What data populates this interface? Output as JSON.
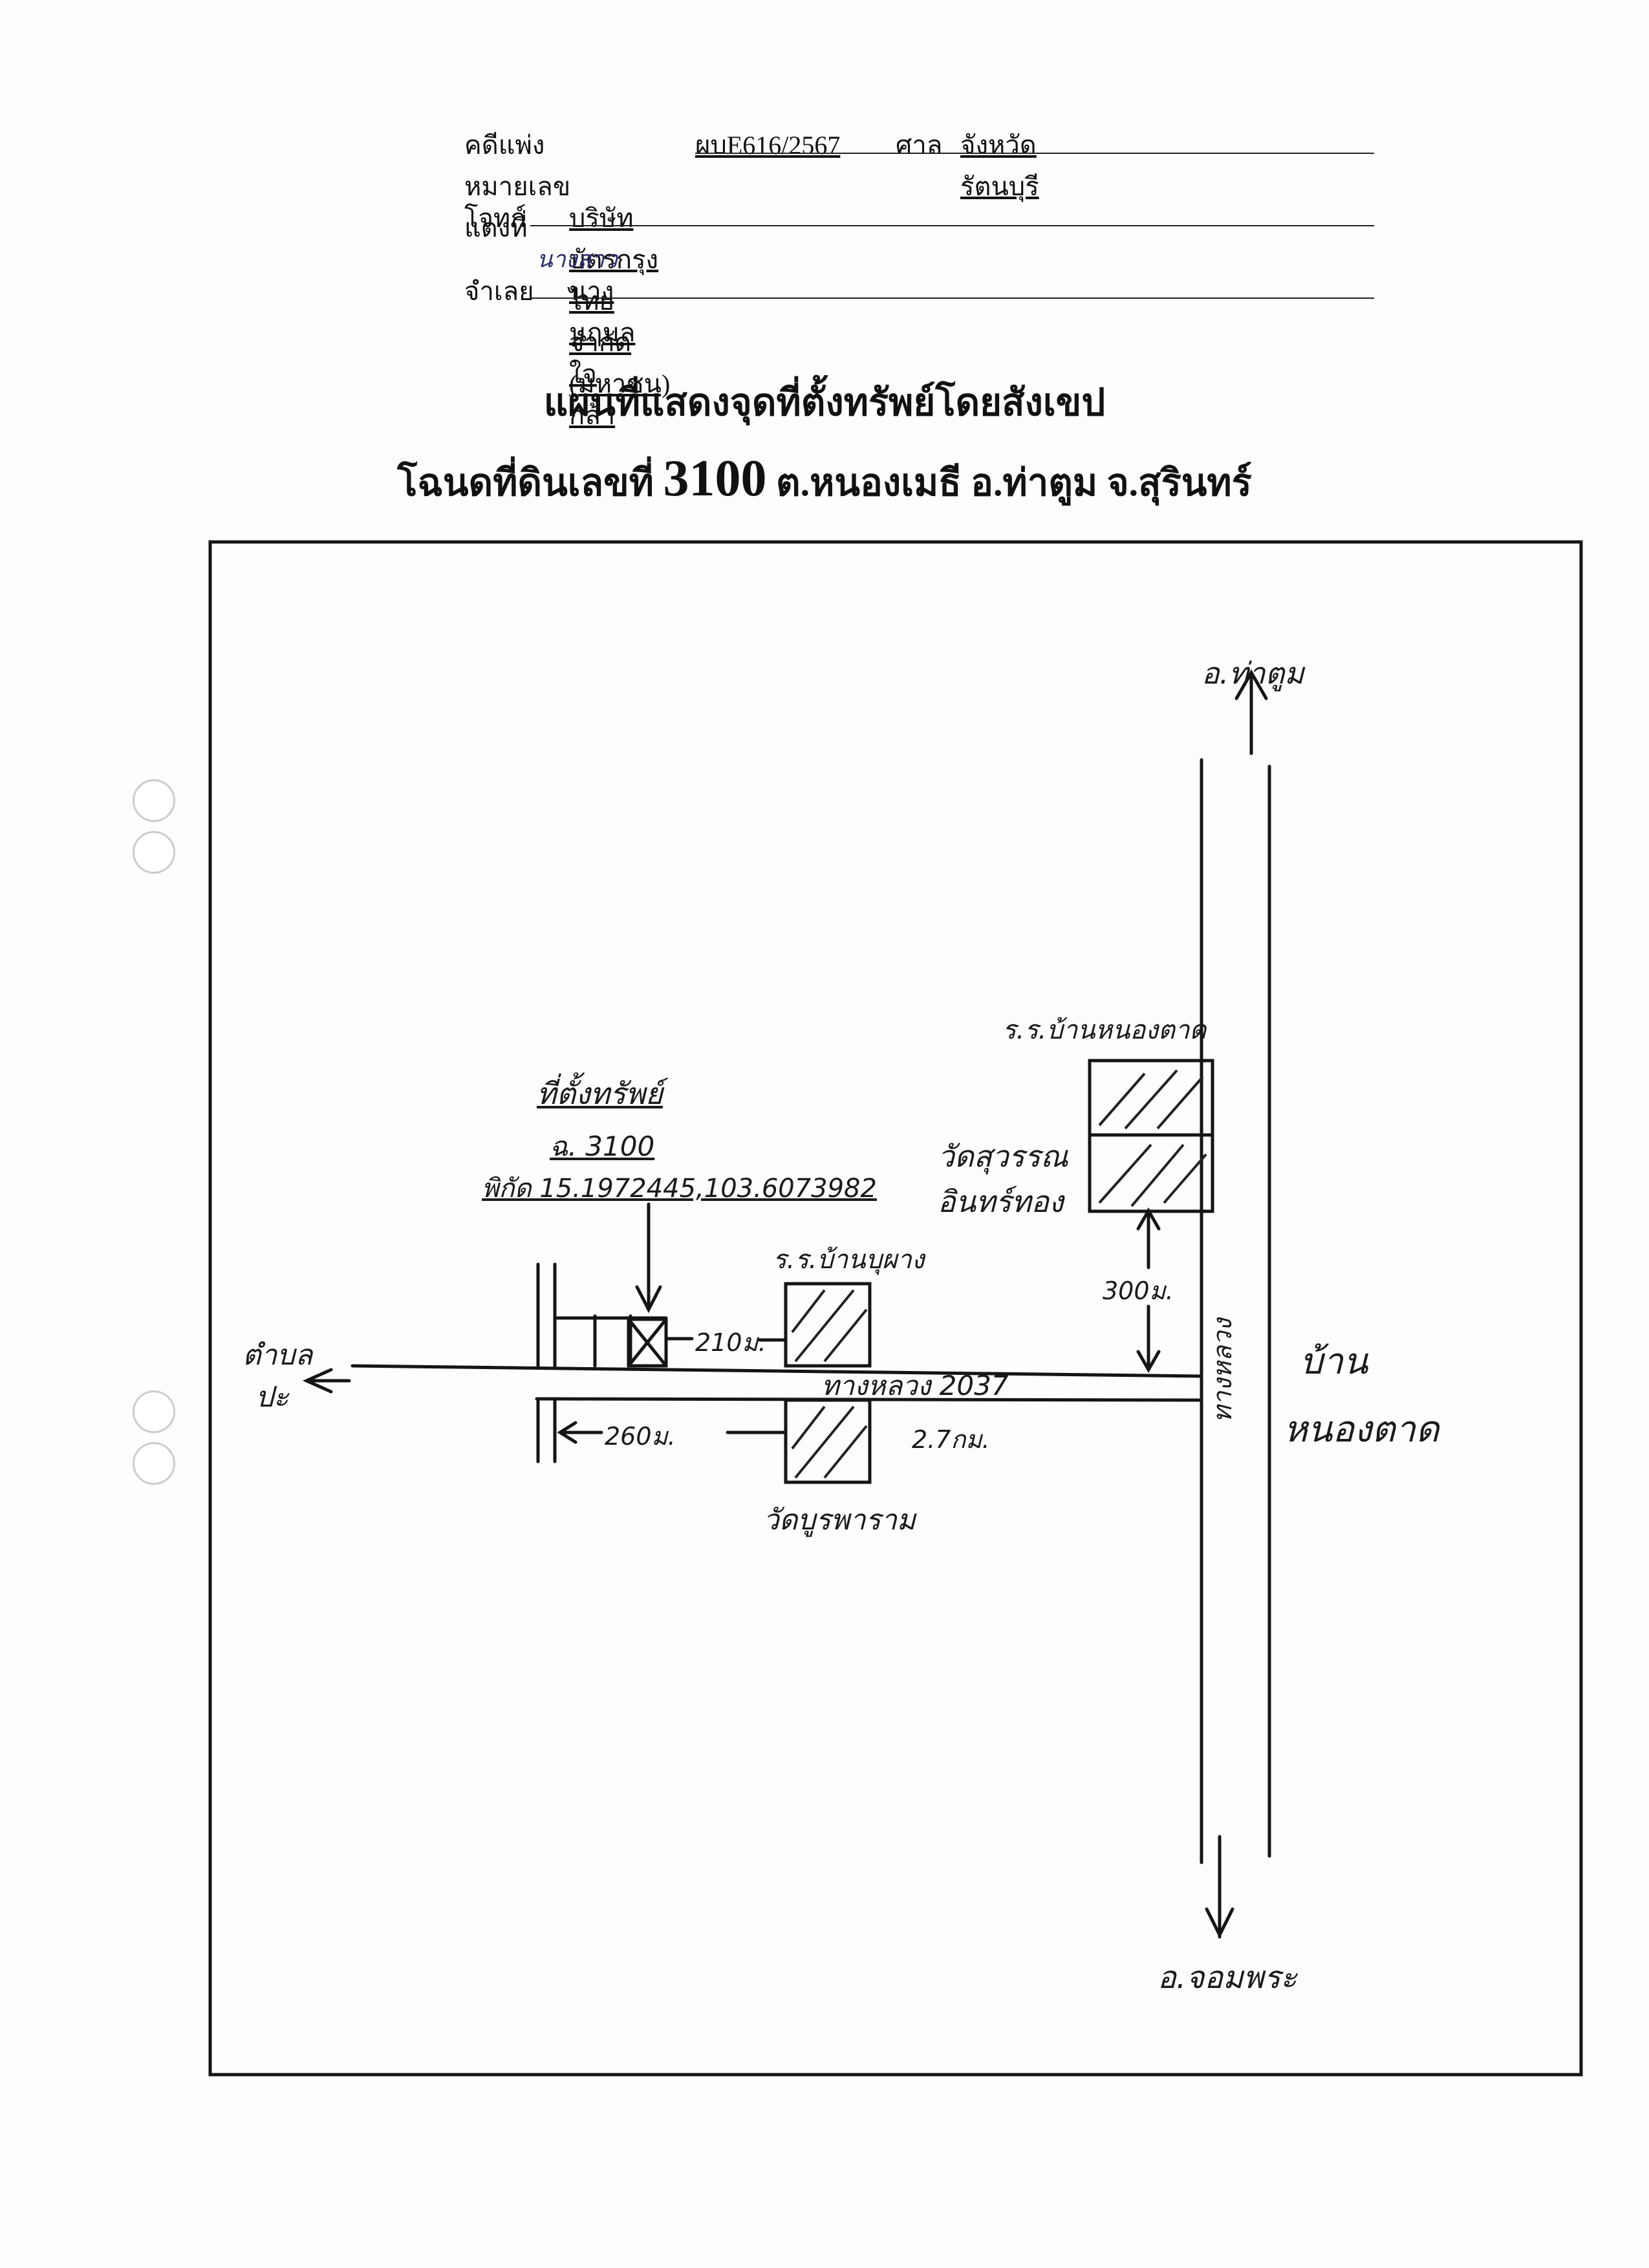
{
  "header": {
    "case_label": "คดีแพ่งหมายเลขแดงที่",
    "case_number": "ผบE616/2567",
    "court_label": "ศาล",
    "court_name": "จังหวัดรัตนบุรี",
    "plaintiff_label": "โจทก์",
    "plaintiff_name": "บริษัท  บัตรกรุงไทย  จำกัด (มหาชน)",
    "defendant_label": "จำเลย",
    "defendant_name": "นางนฤมล  ใจกล้า",
    "defendant_correction": "นางสาว"
  },
  "title": {
    "line1": "แผนที่แสดงจุดที่ตั้งทรัพย์โดยสังเขป",
    "line2_prefix": "โฉนดที่ดินเลขที่",
    "deed_number": "3100",
    "line2_suffix": "ต.หนองเมธี อ.ท่าตูม  จ.สุรินทร์"
  },
  "map": {
    "north_dest": "อ.ท่าตูม",
    "south_dest": "อ.จอมพระ",
    "west_dest_1": "ตำบล",
    "west_dest_2": "ปะ",
    "village_1": "บ้าน",
    "village_2": "หนองตาด",
    "property_heading": "ที่ตั้งทรัพย์",
    "property_deed": "ฉ. 3100",
    "property_coords": "พิกัด 15.1972445,103.6073982",
    "school_village": "ร.ร.บ้านหนองตาด",
    "temple_1a": "วัดสุวรรณ",
    "temple_1b": "อินทร์ทอง",
    "school_2": "ร.ร.บ้านบุผาง",
    "temple_2": "วัดบูรพาราม",
    "highway": "ทางหลวง 2037",
    "main_road": "ทางหลวง",
    "dist_north_gap": "300ม.",
    "dist_property_right": "210ม.",
    "dist_property_left": "260ม.",
    "dist_to_junction": "2.7กม."
  }
}
